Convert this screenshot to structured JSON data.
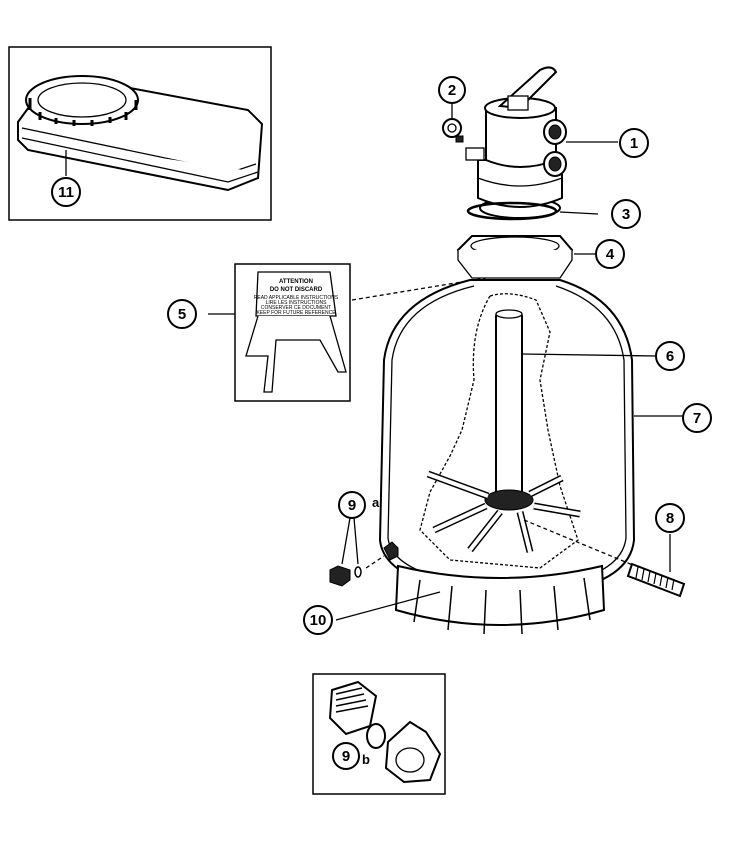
{
  "callouts": [
    {
      "id": "1",
      "label": "1"
    },
    {
      "id": "2",
      "label": "2"
    },
    {
      "id": "3",
      "label": "3"
    },
    {
      "id": "4",
      "label": "4"
    },
    {
      "id": "5",
      "label": "5"
    },
    {
      "id": "6",
      "label": "6"
    },
    {
      "id": "7",
      "label": "7"
    },
    {
      "id": "8",
      "label": "8"
    },
    {
      "id": "9a",
      "label": "9",
      "suffix": "a"
    },
    {
      "id": "9b",
      "label": "9",
      "suffix": "b"
    },
    {
      "id": "10",
      "label": "10"
    },
    {
      "id": "11",
      "label": "11"
    }
  ],
  "tag": {
    "title_line1": "ATTENTION",
    "title_line2": "DO NOT DISCARD",
    "small_text": [
      "READ APPLICABLE INSTRUCTIONS",
      "LIRE LES INSTRUCTIONS",
      "CONSERVER CE DOCUMENT",
      "KEEP FOR FUTURE REFERENCE"
    ]
  },
  "colors": {
    "line": "#000000",
    "background": "#ffffff"
  }
}
